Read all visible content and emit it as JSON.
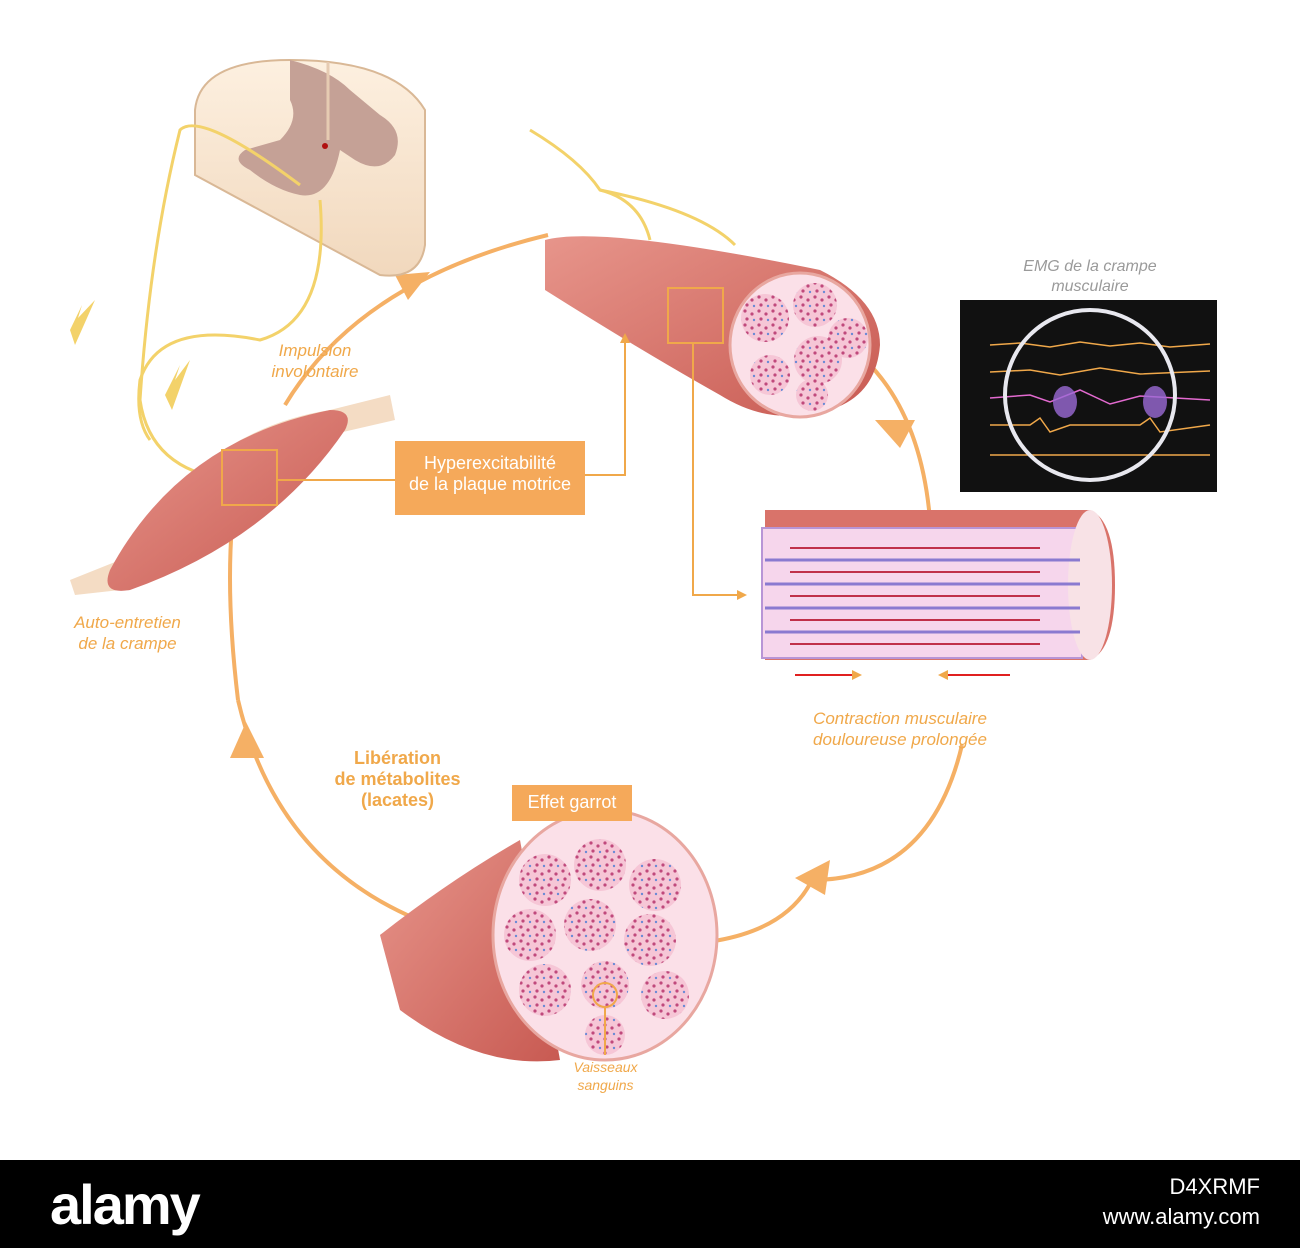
{
  "labels": {
    "impulsion": [
      "Impulsion",
      "involontaire"
    ],
    "auto_entretien": [
      "Auto-entretien",
      "de la crampe"
    ],
    "hyperexcitabilite": [
      "Hyperexcitabilité",
      "de la plaque motrice"
    ],
    "contraction": [
      "Contraction musculaire",
      "douloureuse prolongée"
    ],
    "liberation": [
      "Libération",
      "de métabolites",
      "(lacates)"
    ],
    "effet_garrot": "Effet garrot",
    "vaisseaux": [
      "Vaisseaux",
      "sanguins"
    ],
    "emg_title": [
      "EMG de la crampe",
      "musculaire"
    ]
  },
  "footer": {
    "brand": "alamy",
    "image_id": "D4XRMF",
    "url": "www.alamy.com"
  },
  "colors": {
    "accent": "#f5a95a",
    "muscle": "#d9736a",
    "nerve": "#f3d26a",
    "footer_bg": "#000000"
  }
}
